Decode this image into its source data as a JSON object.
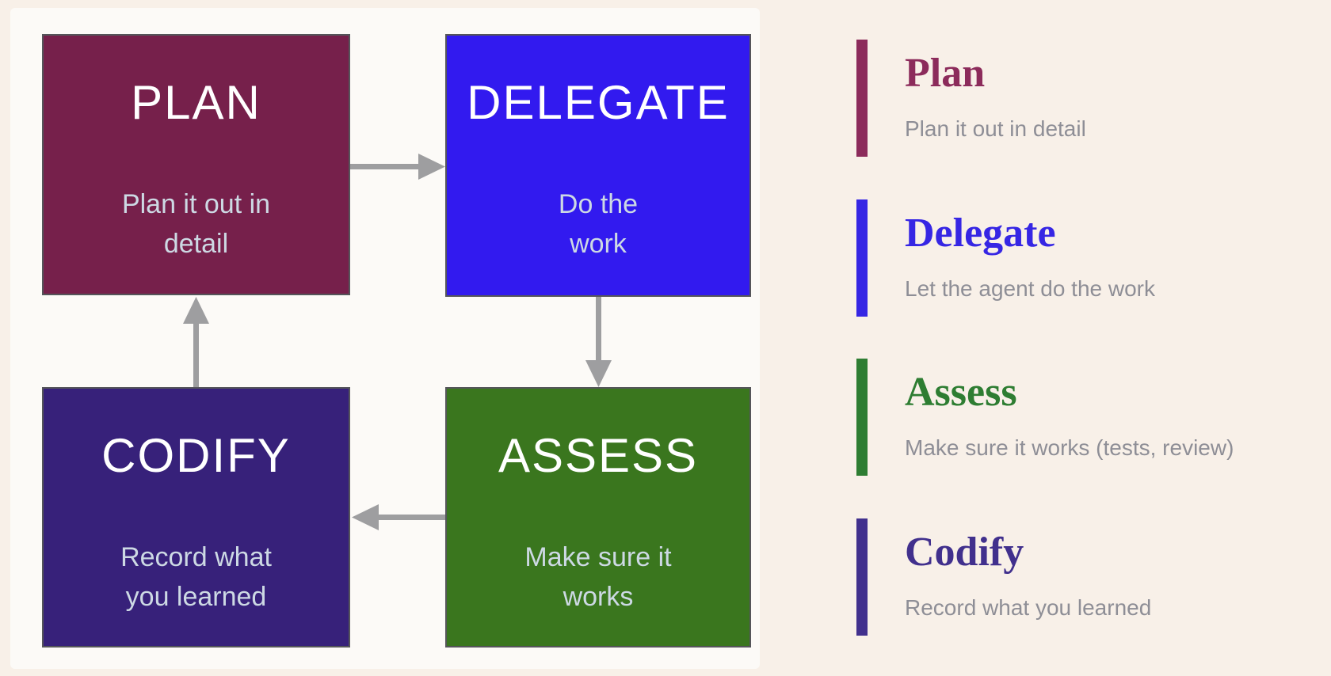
{
  "palette": {
    "page_bg": "#F8F0E8",
    "panel_bg": "#FCFAF7",
    "arrow": "#9E9EA0",
    "node_border": "#55555A",
    "node_title_text": "#FFFFFF",
    "node_subtitle_text": "#CDD9E4",
    "legend_desc_text": "#8E8E96"
  },
  "diagram": {
    "nodes": [
      {
        "id": "plan",
        "title": "PLAN",
        "subtitle": "Plan it out in\ndetail",
        "color": "#76204B"
      },
      {
        "id": "delegate",
        "title": "DELEGATE",
        "subtitle": "Do the\nwork",
        "color": "#321AEF"
      },
      {
        "id": "codify",
        "title": "CODIFY",
        "subtitle": "Record what\nyou learned",
        "color": "#37217A"
      },
      {
        "id": "assess",
        "title": "ASSESS",
        "subtitle": "Make sure it\nworks",
        "color": "#3A761E"
      }
    ],
    "arrows": [
      {
        "from": "plan",
        "to": "delegate",
        "direction": "right"
      },
      {
        "from": "delegate",
        "to": "assess",
        "direction": "down"
      },
      {
        "from": "assess",
        "to": "codify",
        "direction": "left"
      },
      {
        "from": "codify",
        "to": "plan",
        "direction": "up"
      }
    ]
  },
  "legend": {
    "items": [
      {
        "title": "Plan",
        "description": "Plan it out in detail",
        "accent": "#8C2B5B"
      },
      {
        "title": "Delegate",
        "description": "Let the agent do the work",
        "accent": "#3626E4"
      },
      {
        "title": "Assess",
        "description": "Make sure it works (tests, review)",
        "accent": "#2E7D32"
      },
      {
        "title": "Codify",
        "description": "Record what you learned",
        "accent": "#41308D"
      }
    ]
  }
}
